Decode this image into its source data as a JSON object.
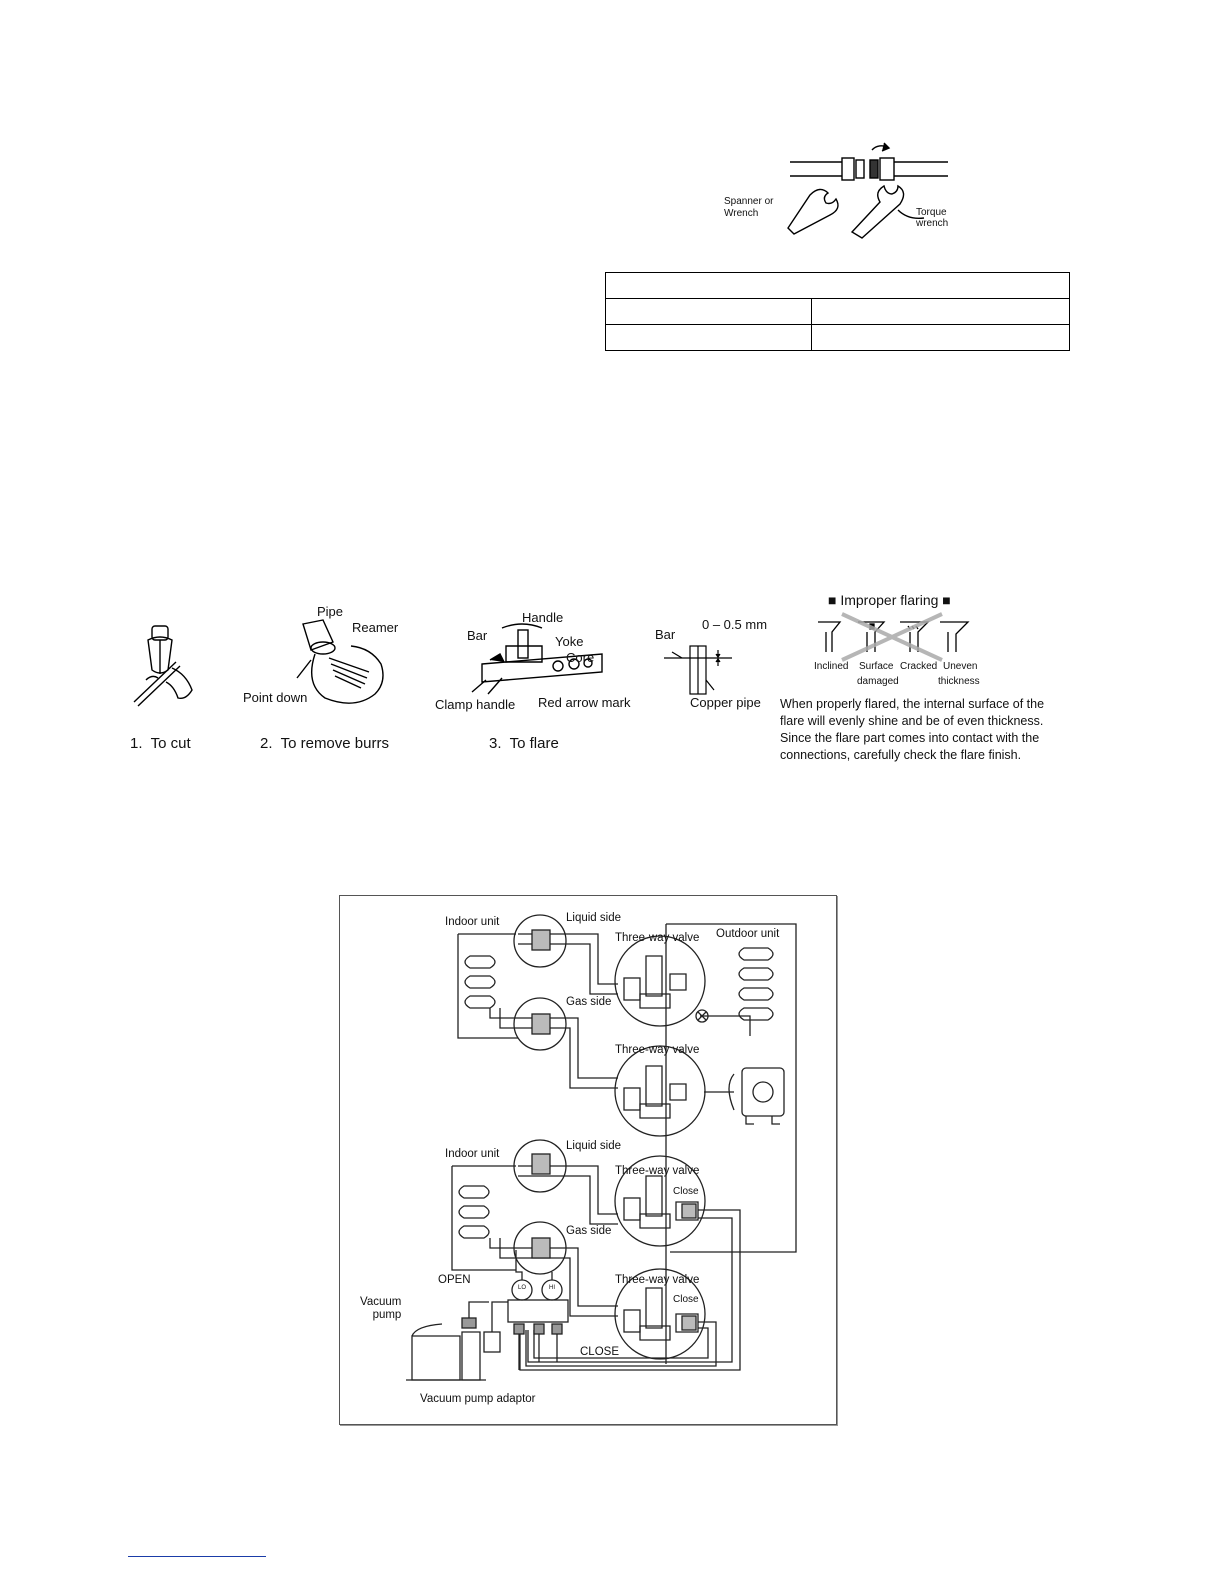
{
  "torque_illustration": {
    "spanner_label": "Spanner or\nWrench",
    "torque_label": "Torque\nwrench"
  },
  "torque_table": {
    "rows": [
      [
        "",
        ""
      ],
      [
        "",
        ""
      ],
      [
        "",
        ""
      ]
    ]
  },
  "flaring": {
    "steps": [
      {
        "number": "1.",
        "label": "To cut"
      },
      {
        "number": "2.",
        "label": "To remove burrs"
      },
      {
        "number": "3.",
        "label": "To flare"
      }
    ],
    "burrs_labels": {
      "pipe": "Pipe",
      "reamer": "Reamer",
      "point_down": "Point down"
    },
    "flare_labels": {
      "handle": "Handle",
      "bar": "Bar",
      "yoke": "Yoke",
      "core": "Core",
      "clamp_handle": "Clamp handle",
      "red_arrow": "Red arrow mark"
    },
    "gauge_labels": {
      "bar": "Bar",
      "tolerance": "0 – 0.5 mm",
      "copper_pipe": "Copper pipe"
    },
    "improper": {
      "title": "■ Improper flaring ■",
      "inclined": "Inclined",
      "surface": "Surface",
      "damaged": "damaged",
      "cracked": "Cracked",
      "uneven": "Uneven",
      "thickness": "thickness"
    },
    "note": "When properly flared, the internal surface of the flare will evenly shine and be of even thickness. Since the flare part comes into contact with the connections, carefully check the flare finish."
  },
  "diagram": {
    "indoor_unit": "Indoor unit",
    "outdoor_unit": "Outdoor unit",
    "liquid_side": "Liquid side",
    "gas_side": "Gas side",
    "three_way_valve": "Three-way valve",
    "close": "Close",
    "open_caps": "OPEN",
    "close_caps": "CLOSE",
    "vacuum_pump": "Vacuum\npump",
    "vacuum_pump_adaptor": "Vacuum pump adaptor",
    "lo": "LO",
    "hi": "HI"
  }
}
